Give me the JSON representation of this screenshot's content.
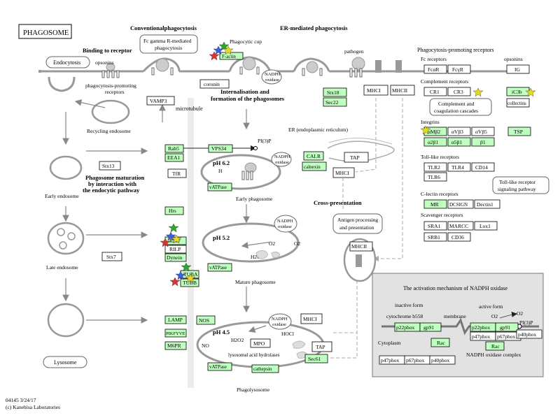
{
  "title": "PHAGOSOME",
  "footer": {
    "code": "04145 3/24/17",
    "credit": "(c) Kanehisa Laboratories"
  },
  "colors": {
    "gene": "#bfffbf",
    "ortholog": "#ffffff",
    "line": "#888888",
    "membrane": "#999999",
    "panel": "#e2e2e2"
  },
  "sections": {
    "conventional": "Conventionalphagocytosis",
    "er_mediated": "ER-mediated phagocytosis",
    "binding": "Binding to receptor",
    "internalisation_1": "Internalisation and",
    "internalisation_2": "formation of the phagosomes",
    "maturation_1": "Phagosome maturation",
    "maturation_2": "by interaction with",
    "maturation_3": "the endocytic pathway",
    "cross": "Cross-presentation",
    "receptors": "Phagocytosis-promoting receptors",
    "mech": "The activation mechanism of NADPH oxidase"
  },
  "labels": {
    "endocytosis": "Endocytosis",
    "opsonins": "opsonins",
    "ppr_1": "phagocytosis-promoting",
    "ppr_2": "receptors",
    "recycling": "Recycling endosome",
    "early_endosome": "Early endosome",
    "late_endosome": "Late endosome",
    "lysosome": "Lysosome",
    "fcg_1": "Fc gamma R-mediated",
    "fcg_2": "phagocytosis",
    "cup": "Phagocytic cup",
    "pathogen": "pathogen",
    "microtubule": "microtubule",
    "er": "ER (endoplasmic reticulum)",
    "ph62": "pH 6.2",
    "hplus": "H",
    "early_phago": "Early phagosome",
    "ph52": "pH 5.2",
    "o2a": "O2",
    "o2b": "O2",
    "h2o2a": "H2O2",
    "mature_phago": "Mature phagosome",
    "ph45": "pH 4.5",
    "no": "NO",
    "hocl": "HOCl",
    "h2o2b": "H2O2",
    "hydrolases": "lysosomal acid hydrolases",
    "phagolysosome": "Phagolysosome",
    "fc_receptors": "Fc receptors",
    "complement_receptors": "Complement receptors",
    "integrins": "Integrins",
    "toll_receptors": "Toll-like receptors",
    "clectin": "C-lectin receptors",
    "scavenger": "Scavenger receptors",
    "opsonins_right": "opsonins",
    "complement_1": "Complement and",
    "complement_2": "coagulation cascades",
    "toll_path_1": "Toll-like receptor",
    "toll_path_2": "signaling pathway",
    "antigen_1": "Antigen processing",
    "antigen_2": "and presentation",
    "nadph_ox": "NADPH",
    "oxidase": "oxidase",
    "pi3p": "PI(3)P",
    "inactive": "inactive form",
    "cyt558": "cytochrome b558",
    "membrane": "membrane",
    "active": "active form",
    "o2c": "O2",
    "o2d": "O2",
    "pi3p2": "PI(3)P",
    "cytoplasm": "Cytoplasm",
    "nadph_complex": "NADPH oxidase complex"
  },
  "genes": {
    "factin": "F-actin",
    "coronin": "coronin",
    "vamp3": "VAMP3",
    "stx18": "Stx18",
    "sec22": "Sec22",
    "mhci_top": "MHCI",
    "mhcii_top": "MHCII",
    "rab5": "Rab5",
    "eea1": "EEA1",
    "vps34": "VPS34",
    "stx13": "Stx13",
    "tfr": "TfR",
    "vatpase1": "vATPase",
    "calr": "CALR",
    "calnexin": "calnexin",
    "tap1": "TAP",
    "mhci_er": "MHCI",
    "hrs": "Hrs",
    "rab7": "Rab7",
    "rilp": "RILP",
    "dynein": "Dynein",
    "tuba": "TUBA",
    "tubb": "TUBB",
    "stx7": "Stx7",
    "vatpase2": "vATPase",
    "lamp": "LAMP",
    "pikfyve": "PIKFYVE",
    "m6pr": "M6PR",
    "nos": "NOS",
    "vatpase3": "vATPase",
    "mpo": "MPO",
    "cathepsin": "cathepsin",
    "mhci_pl": "MHCI",
    "tap2": "TAP",
    "sec61": "Sec61",
    "mhcii_mid": "MHCII",
    "fcar": "FcαR",
    "fcgr": "FcγR",
    "ig": "IG",
    "cr1": "CR1",
    "cr3": "CR3",
    "ic3b": "iC3b",
    "collectins": "collectins",
    "amb2": "αMβ2",
    "avb3": "αVβ3",
    "avb5": "αVβ5",
    "a2b1": "α2β1",
    "a5b1": "α5β1",
    "b1": "β1",
    "tsp": "TSP",
    "tlr2": "TLR2",
    "tlr4": "TLR4",
    "cd14": "CD14",
    "tlr6": "TLR6",
    "mr": "MR",
    "dcsign": "DCSIGN",
    "dectin": "Dectin1",
    "sra1": "SRA1",
    "marcc": "MARCC",
    "lox1": "Lox1",
    "srb1": "SRB1",
    "cd36": "CD36",
    "p22a": "p22phox",
    "gp91a": "gp91",
    "raca": "Rac",
    "p47a": "p47phox",
    "p67a": "p67phox",
    "p40a": "p40phox",
    "p22b": "p22phox",
    "gp91b": "gp91",
    "p47b": "p47phox",
    "p67b": "p67phox",
    "p40b": "p40phox",
    "racb": "Rac"
  }
}
